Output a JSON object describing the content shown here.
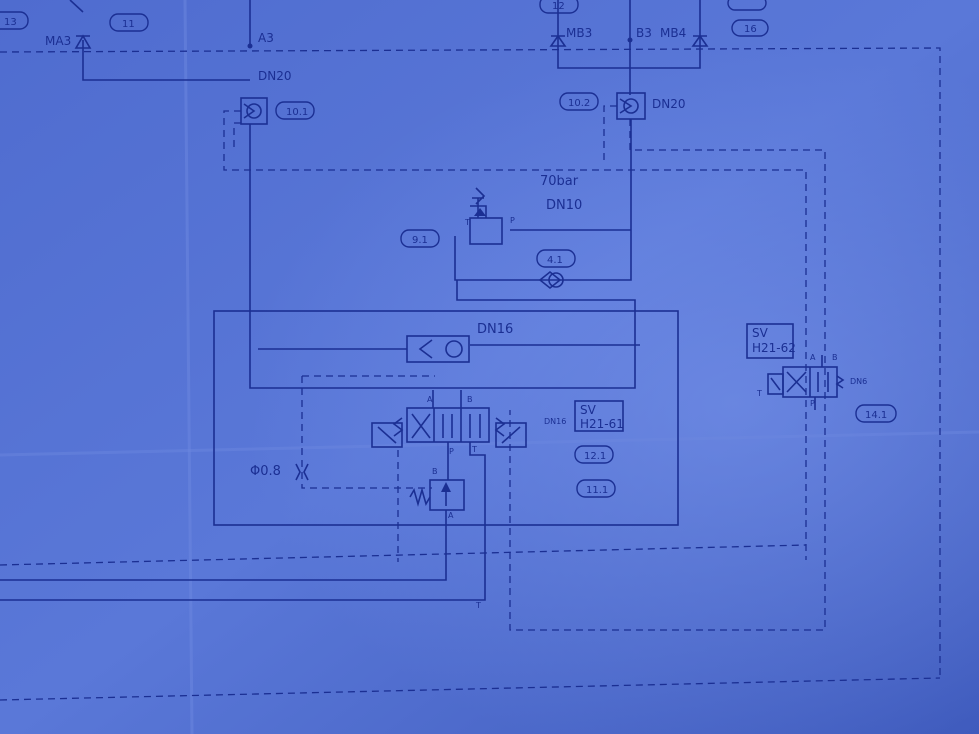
{
  "labels": {
    "a3": "A3",
    "b3": "B3",
    "mb3": "MB3",
    "mb4": "MB4",
    "ma3": "MA3",
    "dn20_left": "DN20",
    "dn20_right": "DN20",
    "pressure": "70bar",
    "dn10": "DN10",
    "dn16": "DN16",
    "dn16_small": "DN16",
    "orifice": "Φ0.8",
    "sv1_a": "SV",
    "sv1_b": "H21-61",
    "sv2_a": "SV",
    "sv2_b": "H21-62",
    "dn6_small": "DN6",
    "port_a_center": "A",
    "port_b_center": "B",
    "port_p_center": "P",
    "port_t_center": "T",
    "port_b_lower": "B",
    "port_a_lower": "A",
    "port_a_right": "A",
    "port_b_right": "B",
    "port_p_right": "P",
    "port_t_right": "T",
    "port_t_bottom": "T",
    "port_t_relief": "T",
    "port_p_relief": "P"
  },
  "tags": {
    "t11": "11",
    "t12": "12",
    "t13": "13",
    "t16": "16",
    "t10_1": "10.1",
    "t10_2": "10.2",
    "t9_1": "9.1",
    "t4_1": "4.1",
    "t12_1": "12.1",
    "t11_1": "11.1",
    "t14_1": "14.1"
  }
}
